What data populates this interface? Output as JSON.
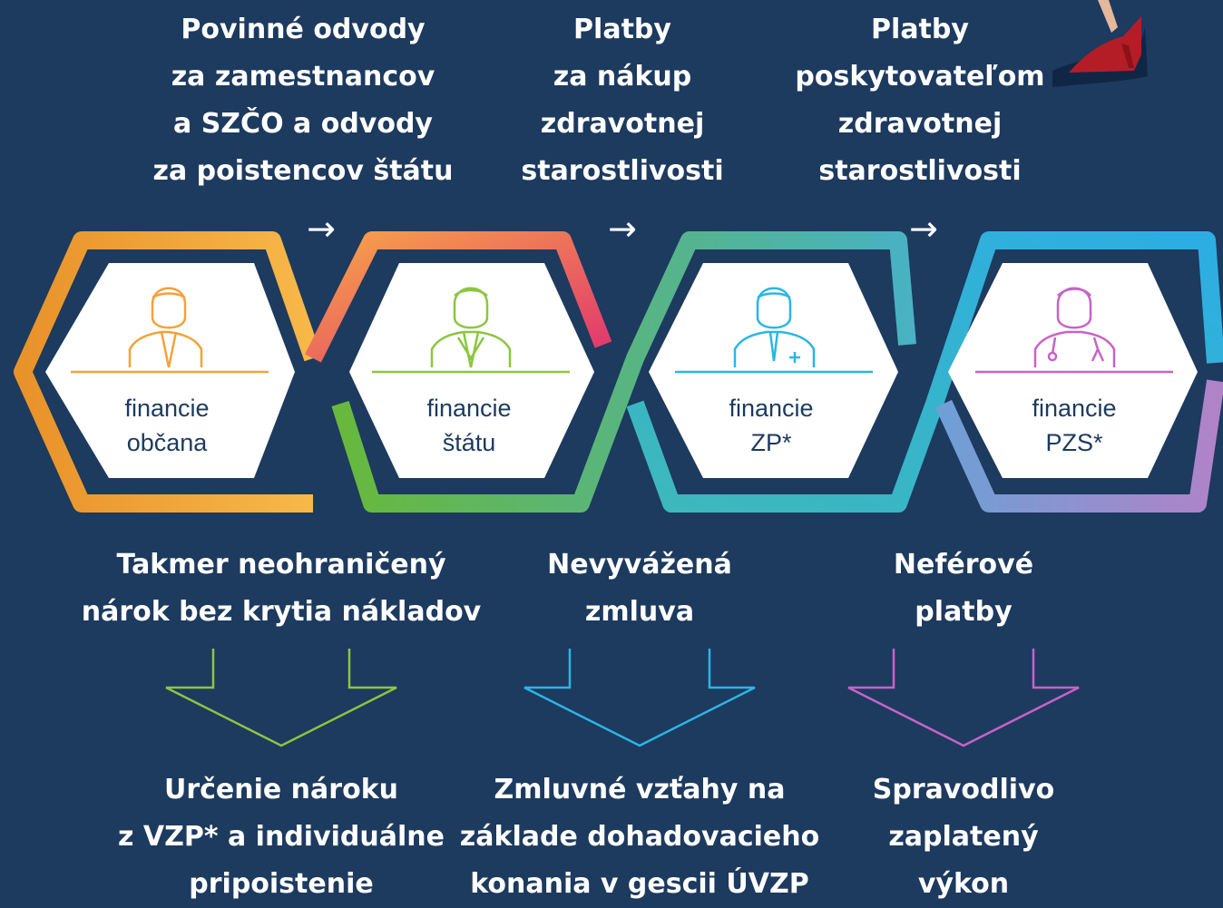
{
  "top_labels": [
    {
      "lines": [
        "Povinné odvody",
        "za zamestnancov",
        "a SZČO a odvody",
        "za poistencov štátu"
      ]
    },
    {
      "lines": [
        "Platby",
        "za nákup",
        "zdravotnej",
        "starostlivosti"
      ]
    },
    {
      "lines": [
        "Platby",
        "poskytovateľom",
        "zdravotnej",
        "starostlivosti"
      ]
    }
  ],
  "hexagons": [
    {
      "lines": [
        "financie",
        "občana"
      ],
      "icon": "citizen-icon",
      "color": "#f2a23a"
    },
    {
      "lines": [
        "financie",
        "štátu"
      ],
      "icon": "official-icon",
      "color": "#8cc63f"
    },
    {
      "lines": [
        "financie",
        "ZP*"
      ],
      "icon": "insurer-icon",
      "color": "#2bb6e6"
    },
    {
      "lines": [
        "financie",
        "PZS*"
      ],
      "icon": "doctor-icon",
      "color": "#c862c8"
    }
  ],
  "problems": [
    {
      "lines": [
        "Takmer neohraničený",
        "nárok bez krytia nákladov"
      ]
    },
    {
      "lines": [
        "Nevyvážená",
        "zmluva"
      ]
    },
    {
      "lines": [
        "Neférové",
        "platby"
      ]
    }
  ],
  "solutions": [
    {
      "lines": [
        "Určenie nároku",
        "z VZP* a individuálne",
        "pripoistenie"
      ],
      "color": "#8cc63f"
    },
    {
      "lines": [
        "Zmluvné vzťahy na",
        "základe dohadovacieho",
        "konania v gescii ÚVZP"
      ],
      "color": "#2bb6e6"
    },
    {
      "lines": [
        "Spravodlivo",
        "zaplatený",
        "výkon"
      ],
      "color": "#c862c8"
    }
  ],
  "arrow_symbol": "→"
}
